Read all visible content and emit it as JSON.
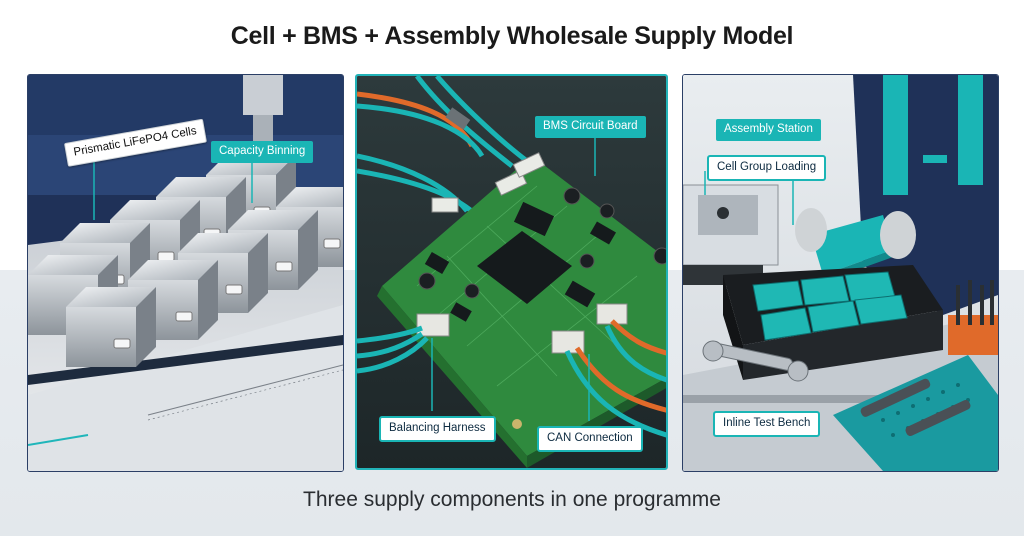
{
  "title": "Cell + BMS + Assembly Wholesale Supply Model",
  "subtitle": "Three supply components in one programme",
  "colors": {
    "teal": "#1ab5b5",
    "navy": "#1f3158",
    "pcb_green": "#2f8a3e",
    "cable_orange": "#e06a2a"
  },
  "panels": [
    {
      "labels": {
        "cells": "Prismatic LiFePO4 Cells",
        "binning": "Capacity Binning"
      }
    },
    {
      "labels": {
        "bms": "BMS Circuit Board",
        "harness": "Balancing Harness",
        "can": "CAN Connection"
      }
    },
    {
      "labels": {
        "station": "Assembly Station",
        "loading": "Cell Group Loading",
        "bench": "Inline Test Bench"
      }
    }
  ]
}
